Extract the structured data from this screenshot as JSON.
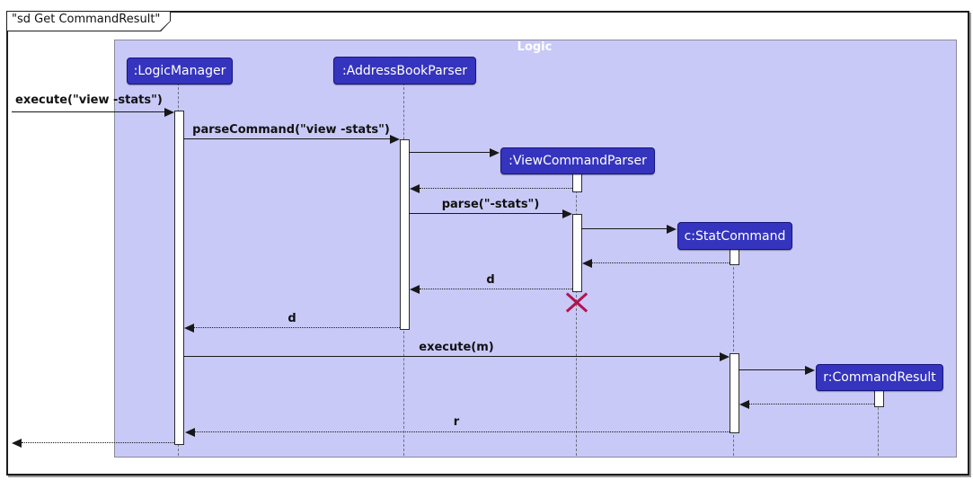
{
  "diagram": {
    "title": "\"sd Get CommandResult\"",
    "frame_label": "Logic",
    "type": "uml-sequence-diagram"
  },
  "colors": {
    "participant_fill": "#3534BE",
    "participant_border": "#15157E",
    "frame_fill": "#C9C9F8",
    "frame_border": "#8A8A9A",
    "arrow": "#181818",
    "destroy_x": "#B0164C",
    "frame_title_text": "#FFFFFF"
  },
  "participants": [
    {
      "label": ":LogicManager"
    },
    {
      "label": ":AddressBookParser"
    },
    {
      "label": ":ViewCommandParser"
    },
    {
      "label": "c:StatCommand"
    },
    {
      "label": "r:CommandResult"
    }
  ],
  "messages": [
    {
      "label": "execute(\"view -stats\")",
      "type": "sync",
      "from": "caller",
      "to": ":LogicManager"
    },
    {
      "label": "parseCommand(\"view -stats\")",
      "type": "sync",
      "from": ":LogicManager",
      "to": ":AddressBookParser"
    },
    {
      "label": "",
      "type": "create",
      "from": ":AddressBookParser",
      "to": ":ViewCommandParser"
    },
    {
      "label": "",
      "type": "return",
      "from": ":ViewCommandParser",
      "to": ":AddressBookParser"
    },
    {
      "label": "parse(\"-stats\")",
      "type": "sync",
      "from": ":AddressBookParser",
      "to": ":ViewCommandParser"
    },
    {
      "label": "",
      "type": "create",
      "from": ":ViewCommandParser",
      "to": "c:StatCommand"
    },
    {
      "label": "",
      "type": "return",
      "from": "c:StatCommand",
      "to": ":ViewCommandParser"
    },
    {
      "label": "d",
      "type": "return",
      "from": ":ViewCommandParser",
      "to": ":AddressBookParser"
    },
    {
      "label": "d",
      "type": "return",
      "from": ":AddressBookParser",
      "to": ":LogicManager"
    },
    {
      "label": "execute(m)",
      "type": "sync",
      "from": ":LogicManager",
      "to": "c:StatCommand"
    },
    {
      "label": "",
      "type": "create",
      "from": "c:StatCommand",
      "to": "r:CommandResult"
    },
    {
      "label": "",
      "type": "return",
      "from": "r:CommandResult",
      "to": "c:StatCommand"
    },
    {
      "label": "r",
      "type": "return",
      "from": "c:StatCommand",
      "to": ":LogicManager"
    },
    {
      "label": "",
      "type": "return",
      "from": ":LogicManager",
      "to": "caller"
    }
  ],
  "destroy": {
    "participant": ":ViewCommandParser"
  }
}
